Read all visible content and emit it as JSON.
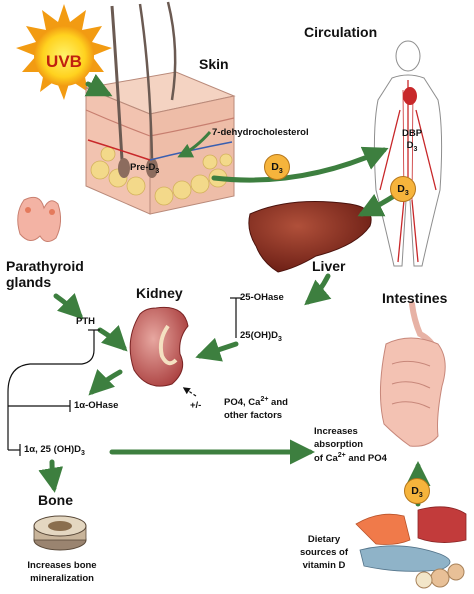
{
  "labels": {
    "uvb": "UVB",
    "skin": "Skin",
    "circulation": "Circulation",
    "dehydro": "7-dehydrocholesterol",
    "pre_d3": "Pre-D",
    "pre_d3_sub": "3",
    "d3": "D",
    "d3_sub": "3",
    "dbp": "DBP",
    "dbp_d3": "D",
    "dbp_d3_sub": "3",
    "parathyroid_line1": "Parathyroid",
    "parathyroid_line2": "glands",
    "liver": "Liver",
    "kidney": "Kidney",
    "pth": "PTH",
    "ohase_25": "25-OHase",
    "oh_d3": "25(OH)D",
    "oh_d3_sub": "3",
    "intestines": "Intestines",
    "one_alpha_ohase": "1α-OHase",
    "plus_minus": "+/-",
    "po4_line1": "PO4, Ca",
    "po4_sup": "2+",
    "po4_line1_end": " and",
    "po4_line2": "other factors",
    "calcitriol": "1α, 25 (OH)D",
    "calcitriol_sub": "3",
    "absorb_line1": "Increases",
    "absorb_line2": "absorption",
    "absorb_line3a": "of Ca",
    "absorb_sup": "2+",
    "absorb_line3b": " and PO4",
    "bone": "Bone",
    "bone_line1": "Increases bone",
    "bone_line2": "mineralization",
    "dietary_line1": "Dietary",
    "dietary_line2": "sources of",
    "dietary_line3": "vitamin D"
  },
  "colors": {
    "arrow_green": "#3d7f3f",
    "sun_yellow": "#ffd21f",
    "sun_orange": "#f29b12",
    "uvb_red": "#c0200f",
    "d3_orange": "#f6b43c",
    "liver_red": "#8b2b1f",
    "kidney_red": "#b53a3a",
    "skin_pink": "#f2c3b0",
    "fat_yellow": "#f3d98a",
    "vessel_red": "#c8282a"
  }
}
